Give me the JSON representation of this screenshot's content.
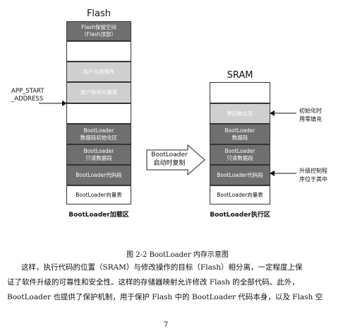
{
  "figure": {
    "flash_title": "Flash",
    "sram_title": "SRAM",
    "flash_blocks": [
      {
        "line1": "Flash保留空间",
        "line2": "（Flash顶部）"
      },
      {
        "line1": "",
        "line2": ""
      },
      {
        "line1": "用户应用程序",
        "line2": ""
      },
      {
        "line1": "用户程序向量表",
        "line2": ""
      },
      {
        "line1": "",
        "line2": ""
      },
      {
        "line1": "BootLoader",
        "line2": "数据段初始化区"
      },
      {
        "line1": "BootLoader",
        "line2": "只读数据段"
      },
      {
        "line1": "BootLoader代码段",
        "line2": ""
      },
      {
        "line1": "BootLoader向量表",
        "line2": ""
      }
    ],
    "sram_blocks": [
      {
        "line1": "",
        "line2": ""
      },
      {
        "line1": "零初始化区",
        "line2": ""
      },
      {
        "line1": "BootLoader",
        "line2": "数据段"
      },
      {
        "line1": "BootLoader",
        "line2": "只读数据段"
      },
      {
        "line1": "BootLoader代码段",
        "line2": ""
      },
      {
        "line1": "BootLoader向量表",
        "line2": ""
      }
    ],
    "app_start_label": "APP_START\n_ADDRESS",
    "copy_arrow_label_1": "BootLoader",
    "copy_arrow_label_2": "启动时复制",
    "flash_caption": "BootLoader加载区",
    "sram_caption": "BootLoader执行区",
    "note_zero": [
      "初始化时",
      "用零填充"
    ],
    "note_upgrade": [
      "升级控制程",
      "序位于其中"
    ]
  },
  "caption": "图  2-2 BootLoader 内存示意图",
  "paragraph_lines": [
    "这样，执行代码的位置（SRAM）与修改操作的目标（Flash）相分离，一定程度上保",
    "证了软件升级的可靠性和安全性。这样的存储器映射允许修改 Flash 的全部代码。此外，",
    "BootLoader 也提供了保护机制，用于保护 Flash 中的 BootLoader 代码本身，以及 Flash 空"
  ],
  "page_number": "7"
}
